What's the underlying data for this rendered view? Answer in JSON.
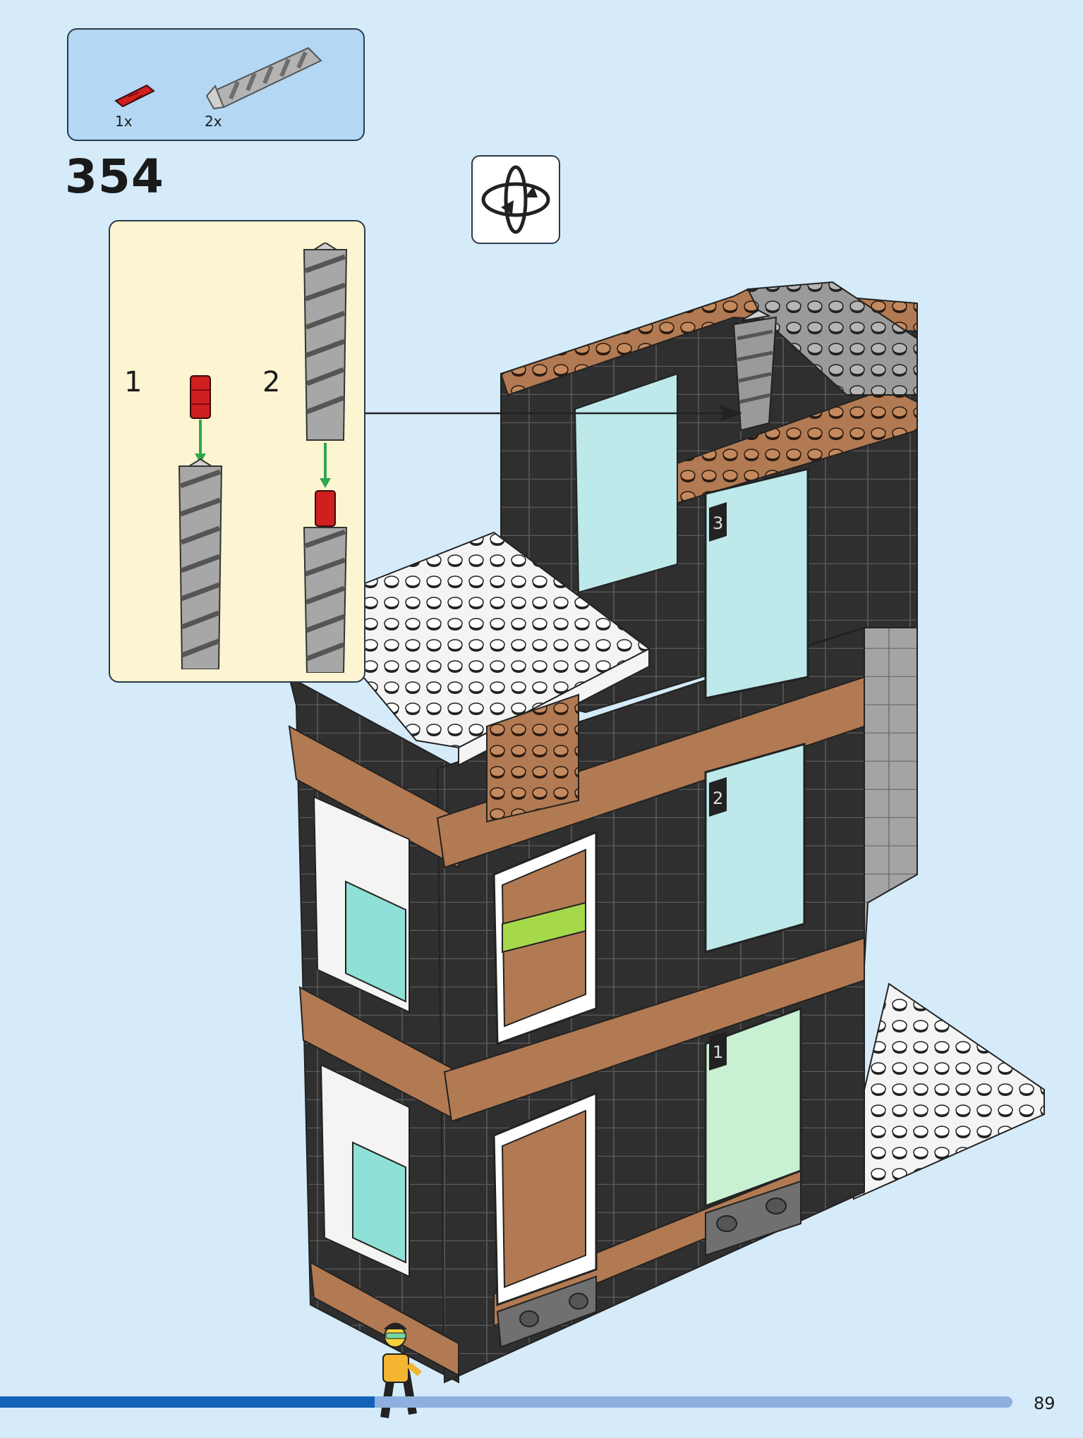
{
  "parts_list": [
    {
      "name": "red-dynamite-piece",
      "quantity": "1x"
    },
    {
      "name": "grey-drill-bit-piece",
      "quantity": "2x"
    }
  ],
  "step": {
    "number": "354"
  },
  "rotate_hint": {
    "icon": "rotate-model-icon"
  },
  "substeps": [
    {
      "number": "1"
    },
    {
      "number": "2"
    }
  ],
  "progress": {
    "fraction": 0.37
  },
  "page": {
    "number": "89"
  },
  "colors": {
    "background": "#d5ebfa",
    "parts_box": "#b4d8f4",
    "substep_box": "#fdf5d2",
    "progress_fill": "#1262b8",
    "progress_track": "#8eb0de"
  }
}
